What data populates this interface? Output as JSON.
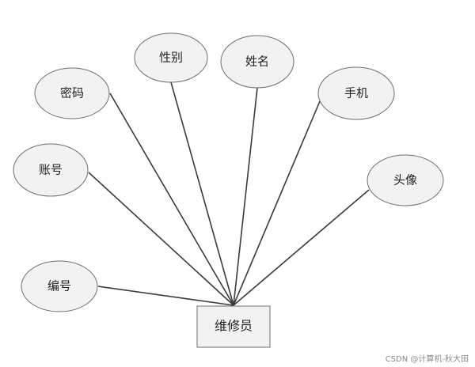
{
  "entity": {
    "label": "维修员"
  },
  "attributes": [
    {
      "label": "密码"
    },
    {
      "label": "性别"
    },
    {
      "label": "姓名"
    },
    {
      "label": "手机"
    },
    {
      "label": "账号"
    },
    {
      "label": "头像"
    },
    {
      "label": "编号"
    }
  ],
  "watermark": "CSDN @计算机-秋大田"
}
